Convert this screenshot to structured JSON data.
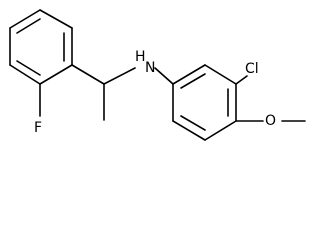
{
  "molecule": {
    "atoms": {
      "fluorine": "F",
      "amine": "H",
      "amine_n": "N",
      "chlorine": "Cl",
      "oxygen": "O"
    }
  }
}
